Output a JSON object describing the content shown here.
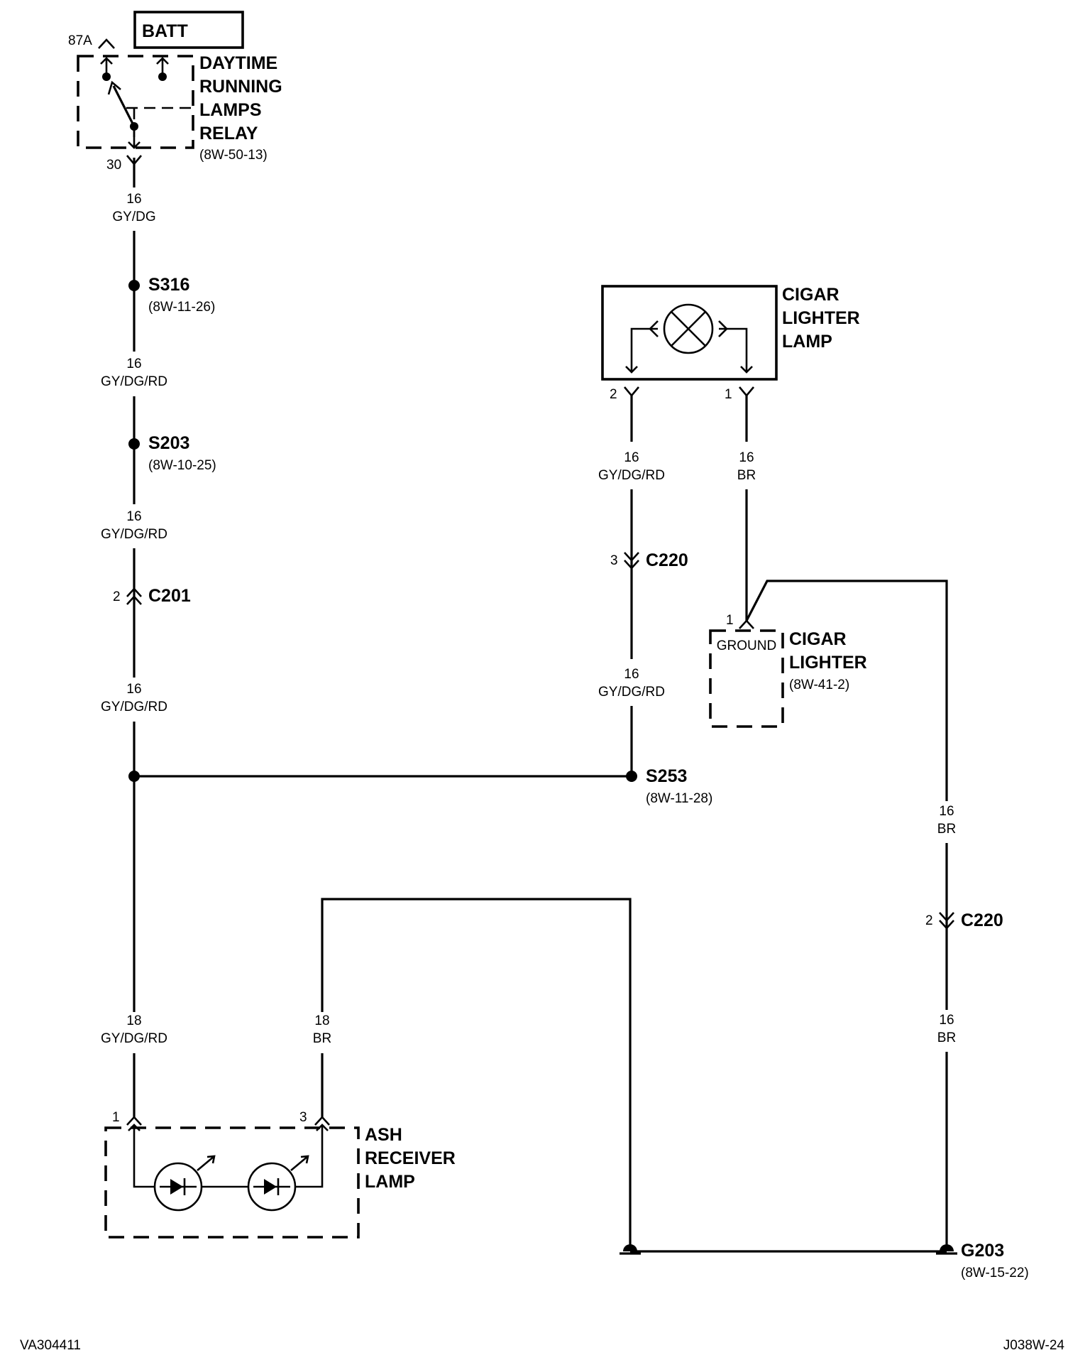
{
  "components": {
    "batt": "BATT",
    "relay": {
      "name": [
        "DAYTIME",
        "RUNNING",
        "LAMPS",
        "RELAY"
      ],
      "ref": "(8W-50-13)",
      "pin_top": "87A",
      "pin_bottom": "30"
    },
    "cigar_lighter_lamp": {
      "name": [
        "CIGAR",
        "LIGHTER",
        "LAMP"
      ],
      "pin_left": "2",
      "pin_right": "1"
    },
    "cigar_lighter": {
      "name": [
        "CIGAR",
        "LIGHTER"
      ],
      "ref": "(8W-41-2)",
      "pin": "1",
      "ground_label": "GROUND"
    },
    "ash_receiver_lamp": {
      "name": [
        "ASH",
        "RECEIVER",
        "LAMP"
      ],
      "pin_left": "1",
      "pin_right": "3"
    }
  },
  "splices": {
    "s316": {
      "id": "S316",
      "ref": "(8W-11-26)"
    },
    "s203": {
      "id": "S203",
      "ref": "(8W-10-25)"
    },
    "s253": {
      "id": "S253",
      "ref": "(8W-11-28)"
    }
  },
  "connectors": {
    "c201": {
      "id": "C201",
      "pin": "2"
    },
    "c220_upper": {
      "id": "C220",
      "pin": "3"
    },
    "c220_lower": {
      "id": "C220",
      "pin": "2"
    }
  },
  "ground": {
    "id": "G203",
    "ref": "(8W-15-22)"
  },
  "wires": {
    "w1": {
      "gauge": "16",
      "color": "GY/DG"
    },
    "w2": {
      "gauge": "16",
      "color": "GY/DG/RD"
    },
    "w3": {
      "gauge": "16",
      "color": "GY/DG/RD"
    },
    "w4": {
      "gauge": "16",
      "color": "GY/DG/RD"
    },
    "w5": {
      "gauge": "18",
      "color": "GY/DG/RD"
    },
    "w6": {
      "gauge": "18",
      "color": "BR"
    },
    "w7": {
      "gauge": "16",
      "color": "GY/DG/RD"
    },
    "w8": {
      "gauge": "16",
      "color": "BR"
    },
    "w9": {
      "gauge": "16",
      "color": "GY/DG/RD"
    },
    "w10": {
      "gauge": "16",
      "color": "BR"
    },
    "w11": {
      "gauge": "16",
      "color": "BR"
    }
  },
  "footer": {
    "left": "VA304411",
    "right": "J038W-24"
  }
}
